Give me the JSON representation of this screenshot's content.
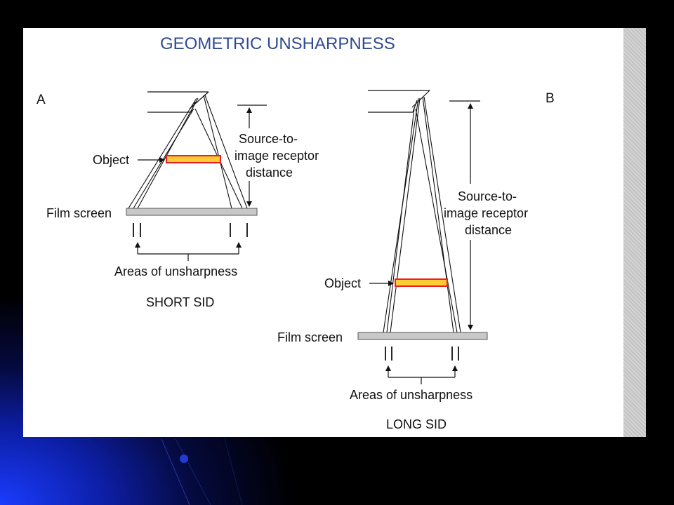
{
  "title": "GEOMETRIC UNSHARPNESS",
  "panel_a": {
    "letter": "A",
    "object_label": "Object",
    "film_label": "Film screen",
    "sid_line1": "Source-to-",
    "sid_line2": "image receptor",
    "sid_line3": "distance",
    "unsharp_label": "Areas of unsharpness",
    "caption": "SHORT SID"
  },
  "panel_b": {
    "letter": "B",
    "object_label": "Object",
    "film_label": "Film screen",
    "sid_line1": "Source-to-",
    "sid_line2": "image receptor",
    "sid_line3": "distance",
    "unsharp_label": "Areas of unsharpness",
    "caption": "LONG SID"
  },
  "colors": {
    "title": "#2f4a8f",
    "object_fill": "#ffcc33",
    "object_edge": "#e8202a",
    "film": "#c8c8c8",
    "background_glow": "#1a3cff"
  }
}
